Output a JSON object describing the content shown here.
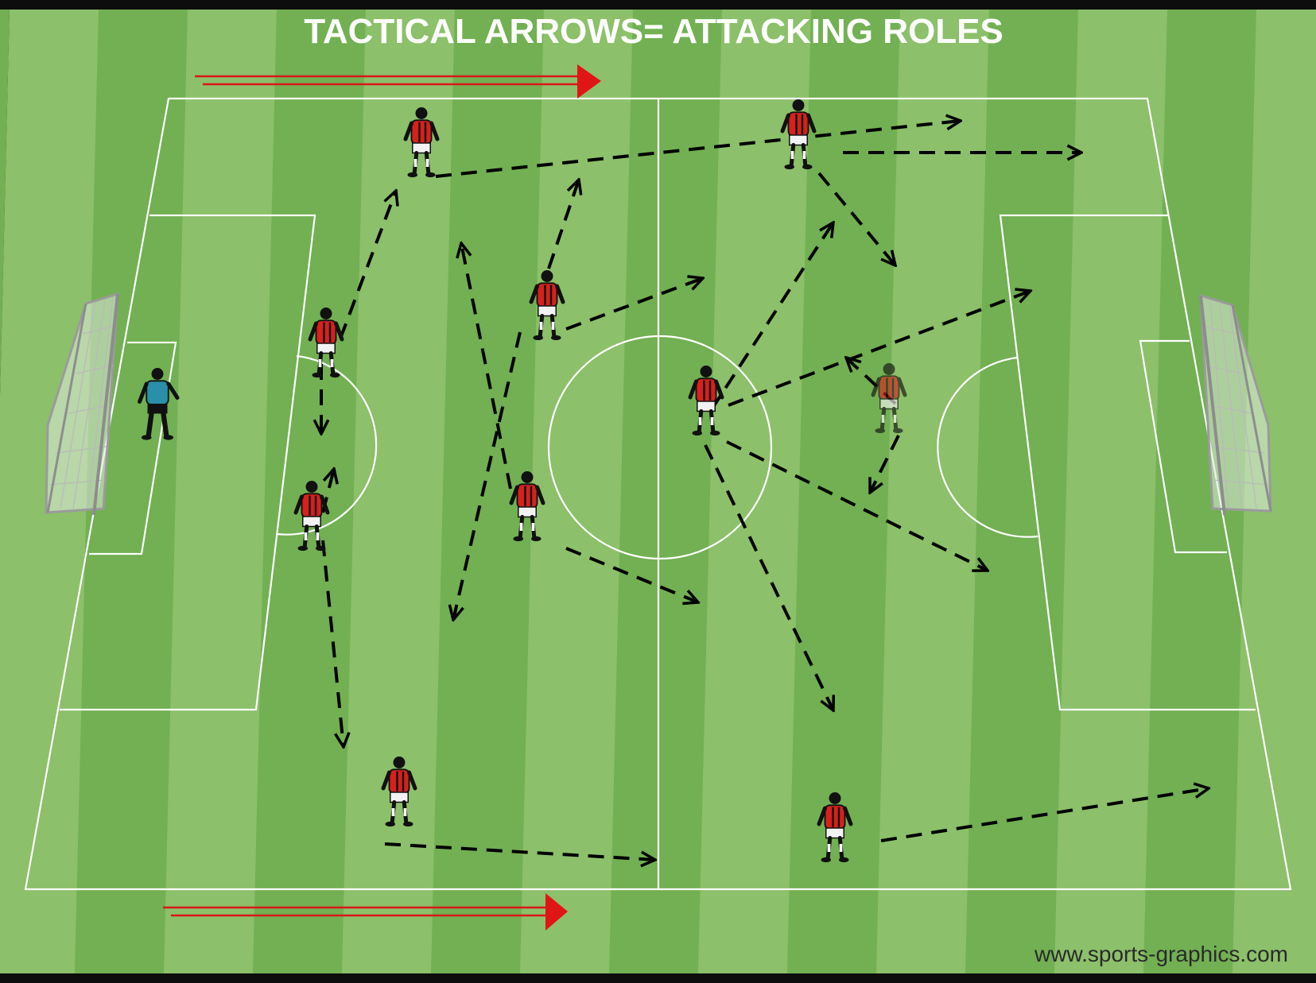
{
  "diagram": {
    "title": "TACTICAL ARROWS= ATTACKING ROLES",
    "credit": "www.sports-graphics.com",
    "colors": {
      "grass_light": "#8cc06a",
      "grass_dark": "#72b053",
      "border": "#0d0d0d",
      "lines": "#ffffff",
      "direction_arrow": "#e01515",
      "run_arrow": "#000000",
      "player_shirt": "#d8201c",
      "goalkeeper_shirt": "#2a8fa8"
    },
    "players": [
      {
        "name": "goalkeeper",
        "role": "goalkeeper",
        "shirt": "goalkeeper"
      },
      {
        "name": "left-back",
        "role": "outfield"
      },
      {
        "name": "centre-back-top",
        "role": "outfield"
      },
      {
        "name": "centre-back-bottom",
        "role": "outfield"
      },
      {
        "name": "right-back",
        "role": "outfield"
      },
      {
        "name": "central-midfielder-top",
        "role": "outfield"
      },
      {
        "name": "central-midfielder-bottom",
        "role": "outfield"
      },
      {
        "name": "attacking-midfielder",
        "role": "outfield"
      },
      {
        "name": "left-winger",
        "role": "outfield"
      },
      {
        "name": "right-winger",
        "role": "outfield"
      },
      {
        "name": "striker",
        "role": "outfield",
        "shirt": "faded"
      }
    ],
    "direction_arrows": [
      {
        "name": "attack-direction-arrow-top",
        "direction": "right"
      },
      {
        "name": "attack-direction-arrow-bottom",
        "direction": "right"
      }
    ],
    "run_arrow_count": 20
  }
}
